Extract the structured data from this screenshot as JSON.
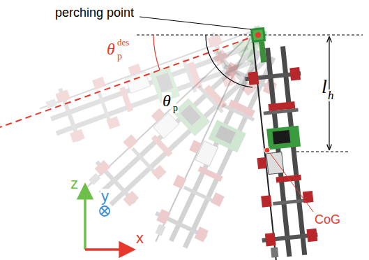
{
  "diagram": {
    "labels": [
      "perching point",
      "θ",
      "des",
      "p",
      "θ",
      "p",
      "l",
      "h",
      "CoG",
      "z",
      "y",
      "x"
    ]
  }
}
